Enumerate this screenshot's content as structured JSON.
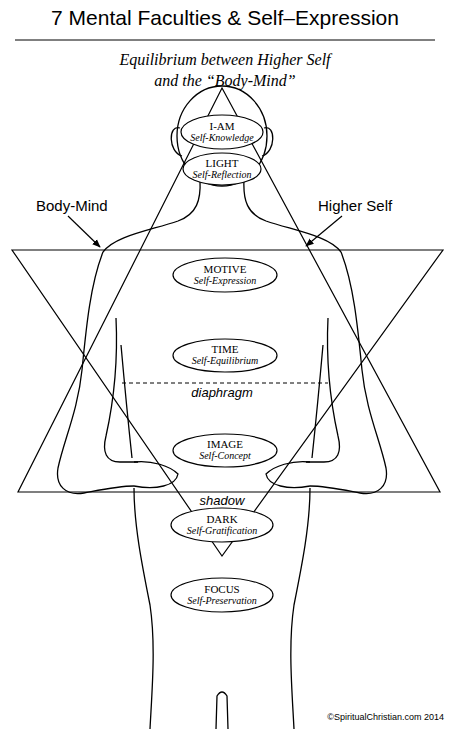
{
  "diagram": {
    "title": "7 Mental Faculties & Self–Expression",
    "nodes": [
      {
        "text": [
          "I-AM",
          "Self-Knowledge"
        ]
      },
      {
        "text": [
          "LIGHT",
          "Self-Reflection"
        ]
      },
      {
        "text": [
          "MOTIVE",
          "Self-Expression"
        ]
      },
      {
        "text": [
          "TIME",
          "Self-Equilibrium"
        ]
      },
      {
        "text": [
          "IMAGE",
          "Self-Concept"
        ]
      },
      {
        "text": [
          "DARK",
          "Self-Gratification"
        ]
      },
      {
        "text": [
          "FOCUS",
          "Self-Preservation"
        ]
      }
    ],
    "labels": [
      "Equilibrium between Higher Self and the “Body-Mind”",
      "Body-Mind",
      "Higher Self",
      "diaphragm",
      "shadow",
      "©SpiritualChristian.com 2014"
    ]
  }
}
